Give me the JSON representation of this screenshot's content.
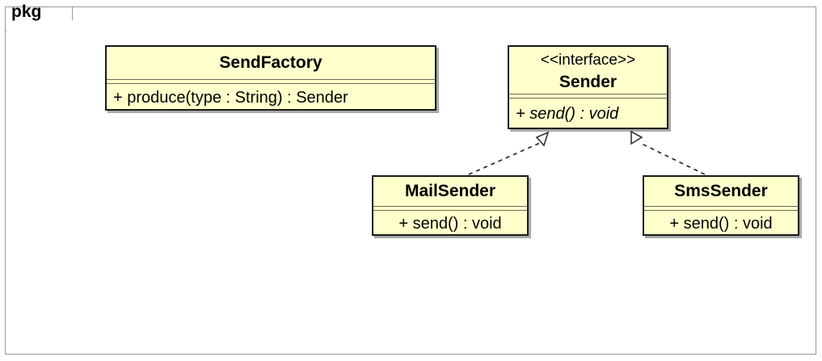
{
  "diagram": {
    "type": "uml-class-diagram",
    "package": {
      "label": "pkg"
    },
    "classes": [
      {
        "id": "sendfactory",
        "name": "SendFactory",
        "stereotype": null,
        "abstract": false,
        "members": [
          {
            "text": "+ produce(type : String) : Sender",
            "italic": false
          }
        ]
      },
      {
        "id": "sender",
        "name": "Sender",
        "stereotype": "<<interface>>",
        "abstract": true,
        "members": [
          {
            "text": "+ send() : void",
            "italic": true
          }
        ]
      },
      {
        "id": "mailsender",
        "name": "MailSender",
        "stereotype": null,
        "abstract": false,
        "members": [
          {
            "text": "+ send() : void",
            "italic": false
          }
        ]
      },
      {
        "id": "smssender",
        "name": "SmsSender",
        "stereotype": null,
        "abstract": false,
        "members": [
          {
            "text": "+ send() : void",
            "italic": false
          }
        ]
      }
    ],
    "relations": [
      {
        "id": "mailsender-realizes-sender",
        "kind": "realization",
        "line": "dashed",
        "arrowhead": "hollow-triangle",
        "from": "mailsender",
        "to": "sender"
      },
      {
        "id": "smssender-realizes-sender",
        "kind": "realization",
        "line": "dashed",
        "arrowhead": "hollow-triangle",
        "from": "smssender",
        "to": "sender"
      }
    ],
    "colors": {
      "class_fill": "#FFFFCC",
      "class_border": "#1A1A1A",
      "class_shadow": "#A8A8A8",
      "frame_border": "#9A9A9A",
      "connector": "#333333",
      "background": "#FFFFFF",
      "text": "#000000"
    }
  }
}
